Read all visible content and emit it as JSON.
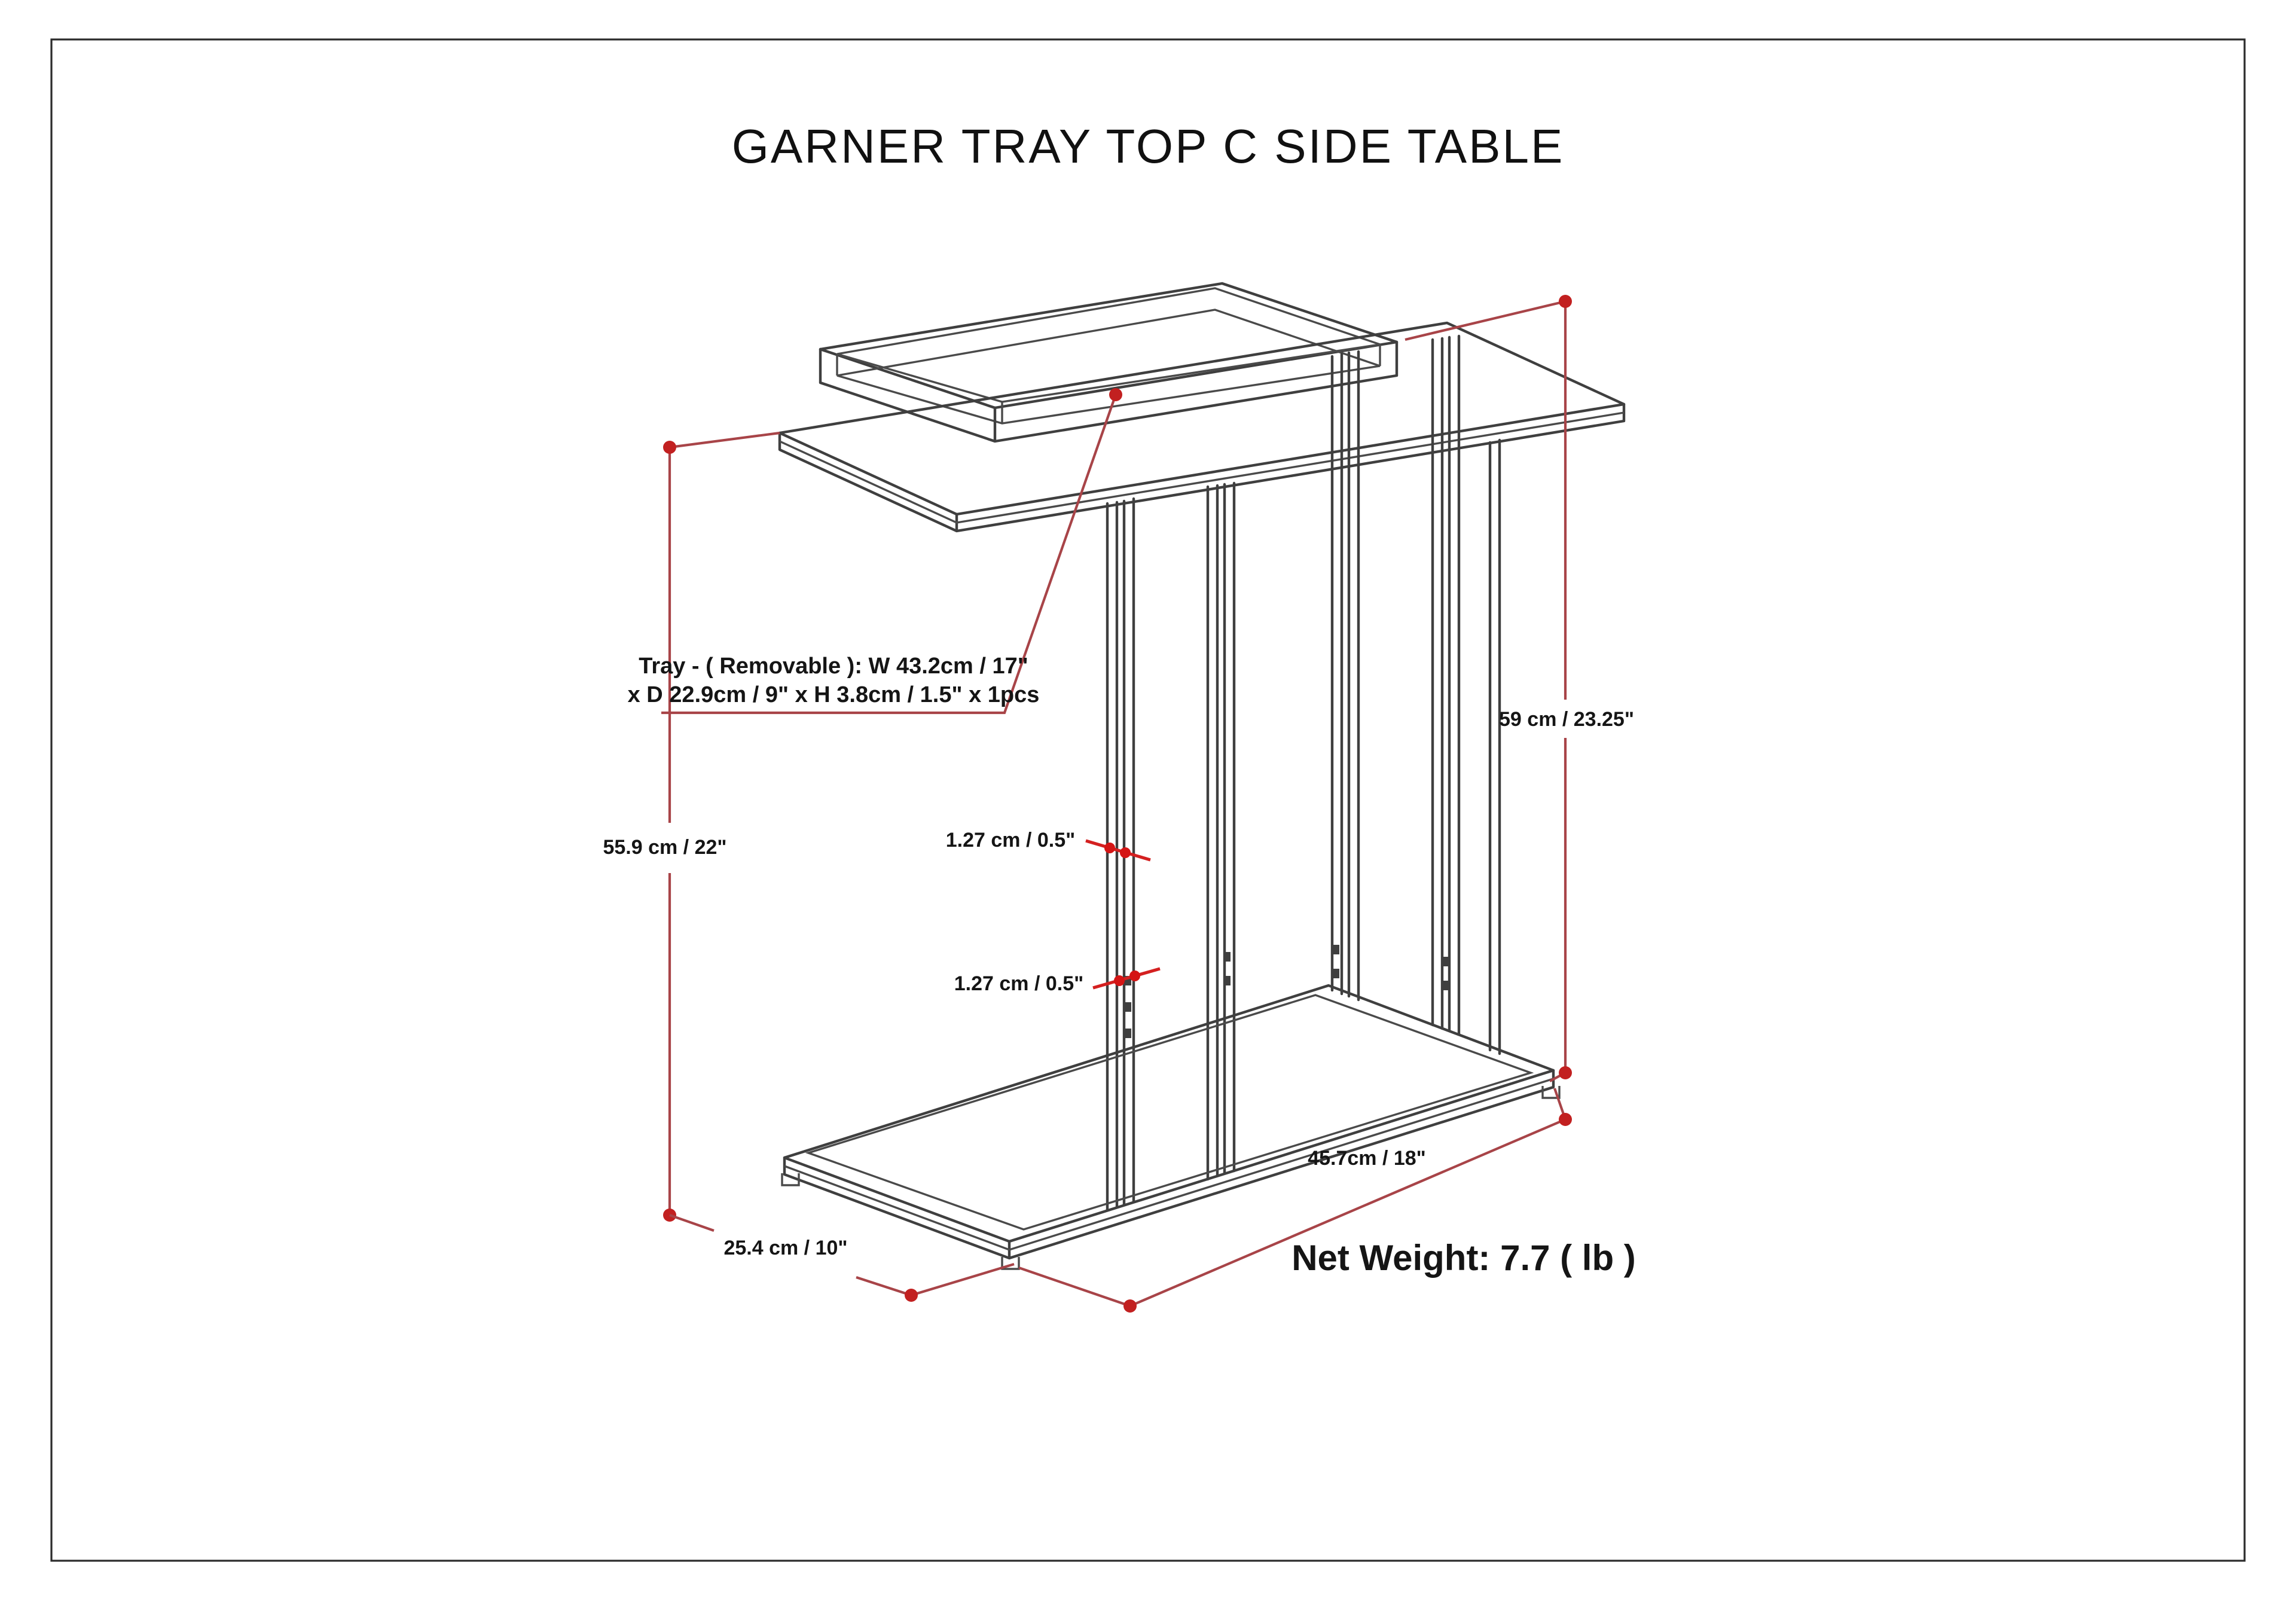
{
  "title": "GARNER TRAY TOP C SIDE TABLE",
  "diagram": {
    "tray_label_line1": "Tray - ( Removable ): W 43.2cm / 17\"",
    "tray_label_line2": "x D 22.9cm / 9\" x H 3.8cm / 1.5\" x 1pcs",
    "dim_left_height": "55.9 cm / 22\"",
    "dim_right_height": "59 cm / 23.25\"",
    "dim_tube_upper": "1.27 cm / 0.5\"",
    "dim_tube_lower": "1.27 cm / 0.5\"",
    "dim_base_depth": "25.4 cm / 10\"",
    "dim_base_width": "45.7cm / 18\"",
    "net_weight": "Net Weight: 7.7 ( lb )"
  },
  "colors": {
    "dimension_line": "#a84448",
    "dimension_dot": "#c22020",
    "arrow_red": "#d42020",
    "drawing_line": "#3f3f3f",
    "text": "#151515",
    "background": "#ffffff"
  }
}
